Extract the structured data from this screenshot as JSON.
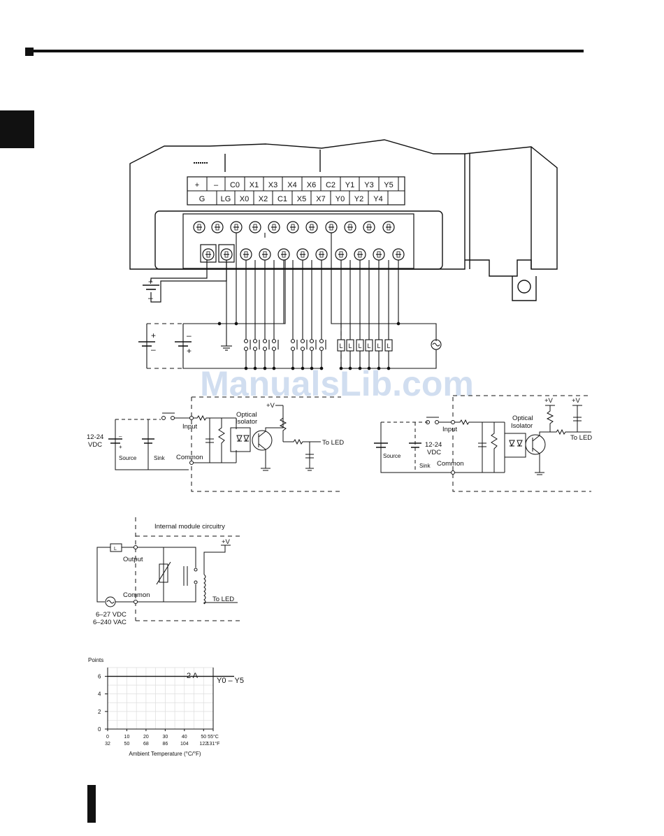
{
  "watermark": "ManualsLib.com",
  "terminal_block": {
    "top_row": [
      "+",
      "–",
      "C0",
      "X1",
      "X3",
      "X4",
      "X6",
      "C2",
      "Y1",
      "Y3",
      "Y5"
    ],
    "bottom_row": [
      "G",
      "LG",
      "X0",
      "X2",
      "C1",
      "X5",
      "X7",
      "Y0",
      "Y2",
      "Y4"
    ]
  },
  "power_supply": {
    "plus": "+",
    "minus": "–"
  },
  "wiring": {
    "supply_signs": [
      "+",
      "–",
      "–",
      "+"
    ],
    "load_letter": "L"
  },
  "sink_source_input": {
    "voltage": "12-24\nVDC",
    "source": "Source",
    "sink": "Sink",
    "input": "Input",
    "common": "Common",
    "optical": "Optical",
    "isolator": "Isolator",
    "vplus": "+V",
    "to_led": "To LED",
    "plus": "+",
    "minus": "–"
  },
  "source_input": {
    "voltage": "12-24\nVDC",
    "source": "Source",
    "sink": "Sink",
    "input": "Input",
    "common": "Common",
    "optical": "Optical",
    "isolator": "Isolator",
    "vplus": "+V",
    "to_led": "To LED"
  },
  "relay_output": {
    "title": "Internal module circuitry",
    "vplus": "+V",
    "output": "Output",
    "common": "Common",
    "to_led": "To LED",
    "vdc": "6–27 VDC",
    "vac": "6–240 VAC",
    "load": "L"
  },
  "derating_chart": {
    "ylabel": "Points",
    "yticks": [
      "6",
      "4",
      "2",
      "0"
    ],
    "xticks_c": [
      "0",
      "10",
      "20",
      "30",
      "40",
      "50",
      "55°C"
    ],
    "xticks_f": [
      "32",
      "50",
      "68",
      "86",
      "104",
      "122",
      "131°F"
    ],
    "xlabel": "Ambient Temperature (°C/°F)",
    "current_label": "2 A",
    "series_label": "Y0 – Y5"
  },
  "chart_data": {
    "type": "line",
    "title": "",
    "xlabel": "Ambient Temperature (°C/°F)",
    "ylabel": "Points",
    "x": [
      0,
      55
    ],
    "series": [
      {
        "name": "Y0 – Y5",
        "values": [
          6,
          6
        ]
      }
    ],
    "annotation": "2 A",
    "xlim": [
      0,
      55
    ],
    "ylim": [
      0,
      7
    ],
    "grid": true
  }
}
